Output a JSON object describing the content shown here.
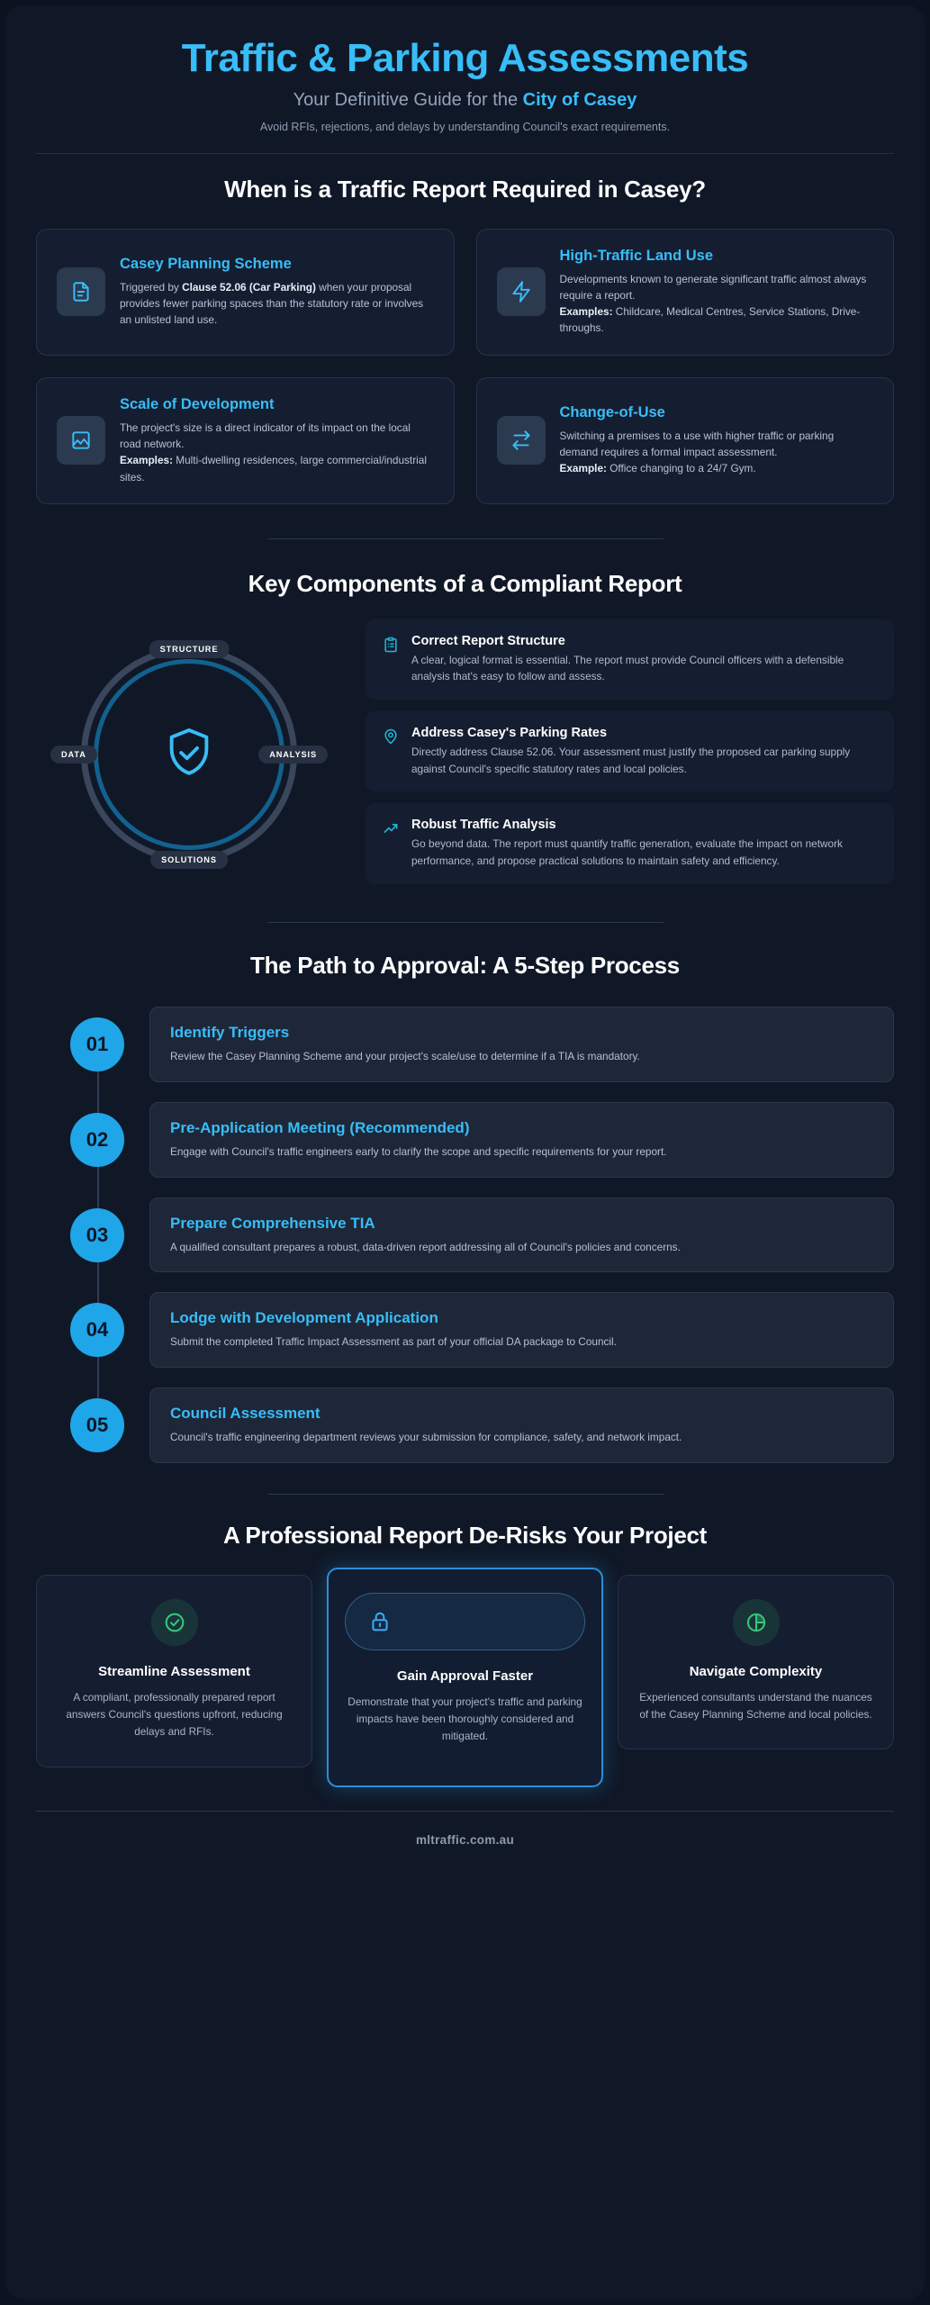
{
  "header": {
    "title": "Traffic & Parking Assessments",
    "subtitle_prefix": "Your Definitive Guide for the ",
    "subtitle_highlight": "City of Casey",
    "tagline": "Avoid RFIs, rejections, and delays by understanding Council's exact requirements."
  },
  "triggers": {
    "heading": "When is a Traffic Report Required in Casey?",
    "cards": [
      {
        "icon": "document-icon",
        "title": "Casey Planning Scheme",
        "text_parts": [
          {
            "t": "Triggered by ",
            "b": false
          },
          {
            "t": "Clause 52.06 (Car Parking)",
            "b": true
          },
          {
            "t": " when your proposal provides fewer parking spaces than the statutory rate or involves an unlisted land use.",
            "b": false
          }
        ]
      },
      {
        "icon": "lightning-bolt-icon",
        "title": "High-Traffic Land Use",
        "text_parts": [
          {
            "t": "Developments known to generate significant traffic almost always require a report.",
            "b": false
          },
          {
            "t": "\nExamples:",
            "b": true
          },
          {
            "t": " Childcare, Medical Centres, Service Stations, Drive-throughs.",
            "b": false
          }
        ]
      },
      {
        "icon": "building-image-icon",
        "title": "Scale of Development",
        "text_parts": [
          {
            "t": "The project's size is a direct indicator of its impact on the local road network.",
            "b": false
          },
          {
            "t": "\nExamples:",
            "b": true
          },
          {
            "t": " Multi-dwelling residences, large commercial/industrial sites.",
            "b": false
          }
        ]
      },
      {
        "icon": "exchange-arrows-icon",
        "title": "Change-of-Use",
        "text_parts": [
          {
            "t": "Switching a premises to a use with higher traffic or parking demand requires a formal impact assessment.",
            "b": false
          },
          {
            "t": "\nExample:",
            "b": true
          },
          {
            "t": " Office changing to a 24/7 Gym.",
            "b": false
          }
        ]
      }
    ]
  },
  "components": {
    "heading": "Key Components of a Compliant Report",
    "ring_tags": [
      "STRUCTURE",
      "ANALYSIS",
      "SOLUTIONS",
      "DATA"
    ],
    "center_icon": "shield-check-icon",
    "items": [
      {
        "icon": "clipboard-list-icon",
        "title": "Correct Report Structure",
        "text": "A clear, logical format is essential. The report must provide Council officers with a defensible analysis that's easy to follow and assess."
      },
      {
        "icon": "map-pin-icon",
        "title": "Address Casey's Parking Rates",
        "text": "Directly address Clause 52.06. Your assessment must justify the proposed car parking supply against Council's specific statutory rates and local policies."
      },
      {
        "icon": "trending-up-icon",
        "title": "Robust Traffic Analysis",
        "text": "Go beyond data. The report must quantify traffic generation, evaluate the impact on network performance, and propose practical solutions to maintain safety and efficiency."
      }
    ]
  },
  "process": {
    "heading": "The Path to Approval: A 5-Step Process",
    "steps": [
      {
        "number": "01",
        "title": "Identify Triggers",
        "text": "Review the Casey Planning Scheme and your project's scale/use to determine if a TIA is mandatory."
      },
      {
        "number": "02",
        "title": "Pre-Application Meeting (Recommended)",
        "text": "Engage with Council's traffic engineers early to clarify the scope and specific requirements for your report."
      },
      {
        "number": "03",
        "title": "Prepare Comprehensive TIA",
        "text": "A qualified consultant prepares a robust, data-driven report addressing all of Council's policies and concerns."
      },
      {
        "number": "04",
        "title": "Lodge with Development Application",
        "text": "Submit the completed Traffic Impact Assessment as part of your official DA package to Council."
      },
      {
        "number": "05",
        "title": "Council Assessment",
        "text": "Council's traffic engineering department reviews your submission for compliance, safety, and network impact."
      }
    ]
  },
  "benefits": {
    "heading": "A Professional Report De-Risks Your Project",
    "cards": [
      {
        "icon": "check-circle-icon",
        "title": "Streamline Assessment",
        "text": "A compliant, professionally prepared report answers Council's questions upfront, reducing delays and RFIs.",
        "featured": false
      },
      {
        "icon": "lock-icon",
        "title": "Gain Approval Faster",
        "text": "Demonstrate that your project's traffic and parking impacts have been thoroughly considered and mitigated.",
        "featured": true
      },
      {
        "icon": "pie-chart-icon",
        "title": "Navigate Complexity",
        "text": "Experienced consultants understand the nuances of the Casey Planning Scheme and local policies.",
        "featured": false
      }
    ]
  },
  "footer": {
    "site": "mltraffic.com.au"
  },
  "colors": {
    "accent_blue": "#38bdf8",
    "step_circle": "#1fa6e8",
    "green": "#34c77b",
    "background": "#101827",
    "card": "#151e30"
  }
}
